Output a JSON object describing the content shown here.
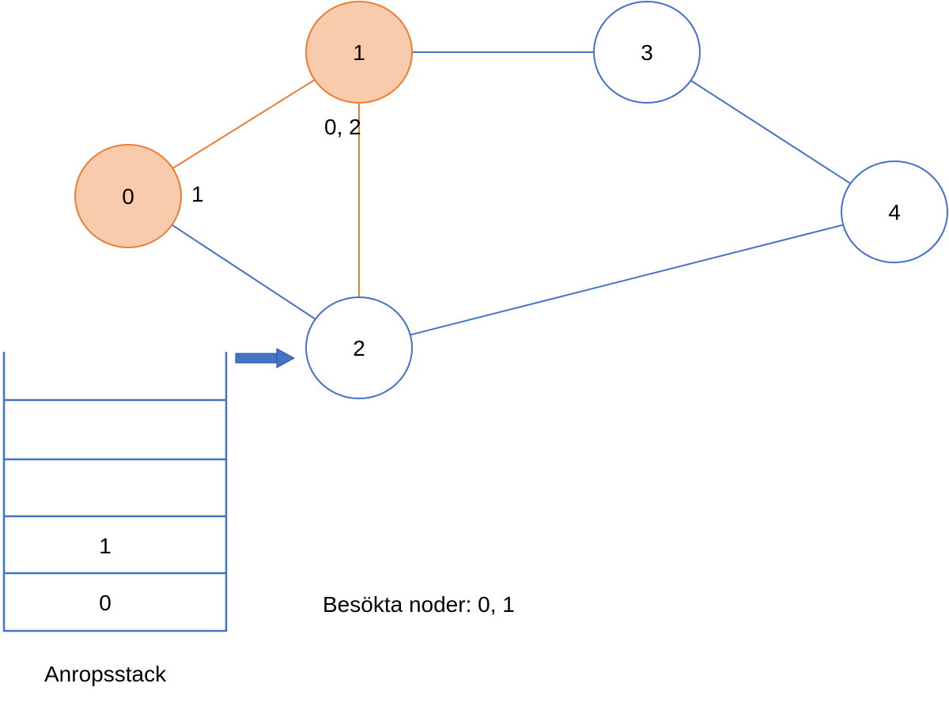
{
  "colors": {
    "visited_fill": "#f8cbad",
    "visited_stroke": "#ed7d31",
    "unvisited_stroke": "#4472c4",
    "arrow": "#4472c4"
  },
  "nodes": [
    {
      "id": "0",
      "label": "0",
      "visited": true
    },
    {
      "id": "1",
      "label": "1",
      "visited": true
    },
    {
      "id": "2",
      "label": "2",
      "visited": false
    },
    {
      "id": "3",
      "label": "3",
      "visited": false
    },
    {
      "id": "4",
      "label": "4",
      "visited": false
    }
  ],
  "edges": [
    {
      "from": "0",
      "to": "1",
      "highlighted": true
    },
    {
      "from": "1",
      "to": "2",
      "highlighted": true
    },
    {
      "from": "0",
      "to": "2",
      "highlighted": false
    },
    {
      "from": "1",
      "to": "3",
      "highlighted": false
    },
    {
      "from": "3",
      "to": "4",
      "highlighted": false
    },
    {
      "from": "2",
      "to": "4",
      "highlighted": false
    }
  ],
  "annotations": {
    "node0_neighbors": "1",
    "node1_neighbors": "0, 2"
  },
  "stack": {
    "slots": [
      "",
      "",
      "",
      "1",
      "0"
    ],
    "caption": "Anropsstack"
  },
  "visited_text": "Besökta noder: 0, 1"
}
